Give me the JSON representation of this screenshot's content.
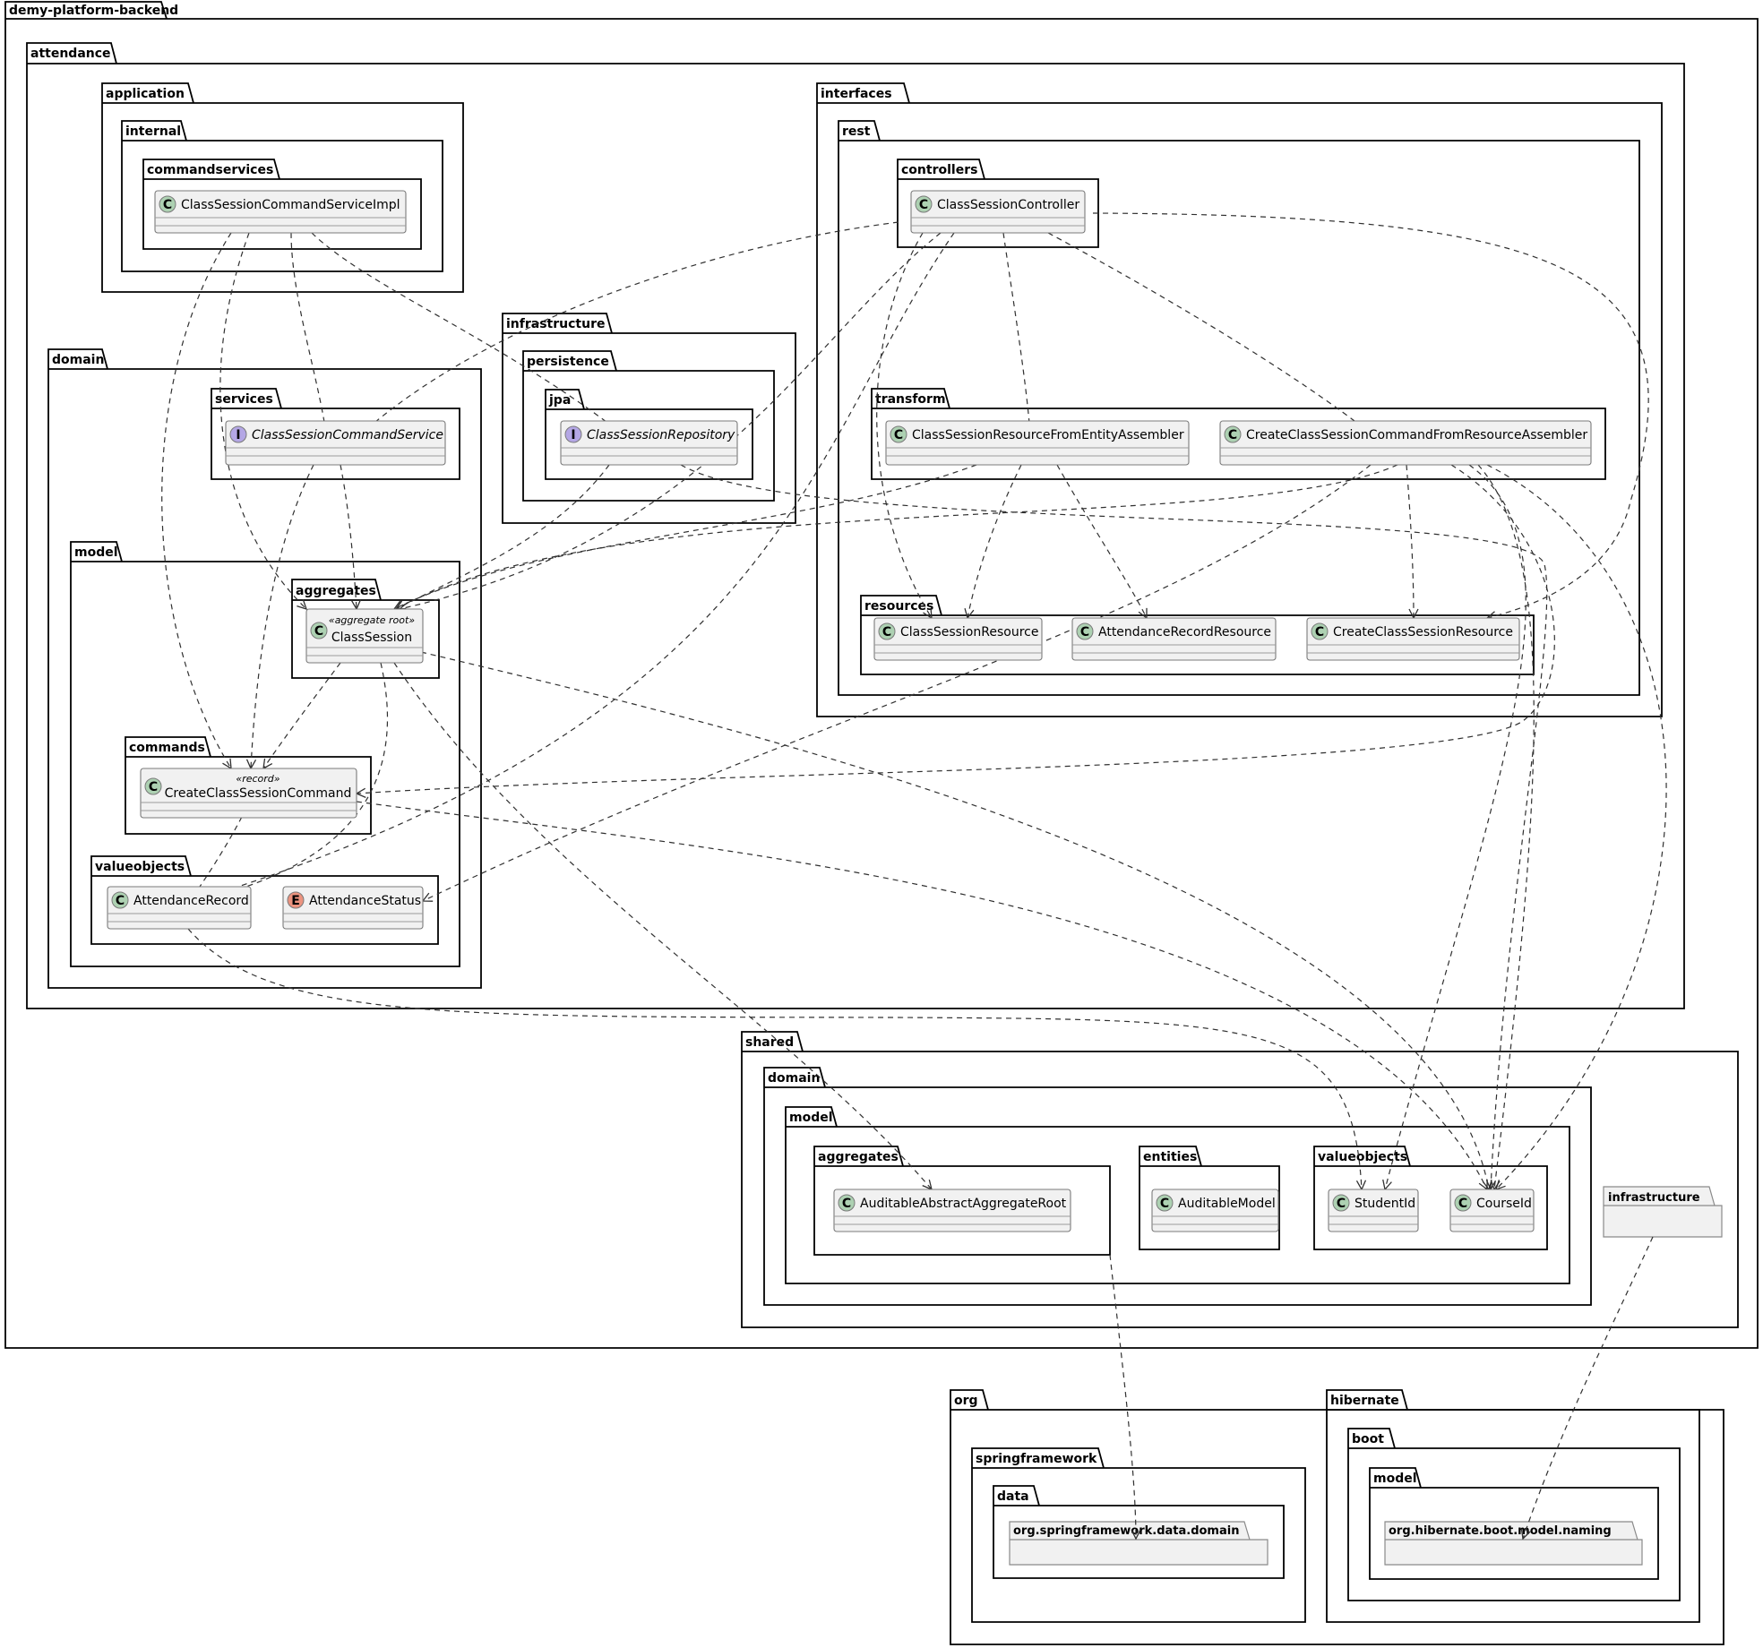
{
  "packages": {
    "root": "demy-platform-backend",
    "attendance": "attendance",
    "application": "application",
    "internal": "internal",
    "commandservices": "commandservices",
    "domain": "domain",
    "services": "services",
    "model": "model",
    "aggregates": "aggregates",
    "commands": "commands",
    "valueobjects": "valueobjects",
    "infrastructure": "infrastructure",
    "persistence": "persistence",
    "jpa": "jpa",
    "interfaces": "interfaces",
    "rest": "rest",
    "controllers": "controllers",
    "transform": "transform",
    "resources": "resources",
    "shared": "shared",
    "shared_domain": "domain",
    "shared_model": "model",
    "shared_aggregates": "aggregates",
    "shared_entities": "entities",
    "shared_valueobjects": "valueobjects",
    "shared_infrastructure": "infrastructure",
    "org": "org",
    "springframework": "springframework",
    "data": "data",
    "spring_data_domain": "org.springframework.data.domain",
    "hibernate": "hibernate",
    "boot": "boot",
    "hib_model": "model",
    "hibernate_naming": "org.hibernate.boot.model.naming"
  },
  "classes": {
    "ClassSessionCommandServiceImpl": {
      "name": "ClassSessionCommandServiceImpl",
      "kind": "C"
    },
    "ClassSessionCommandService": {
      "name": "ClassSessionCommandService",
      "kind": "I"
    },
    "ClassSession": {
      "name": "ClassSession",
      "kind": "C",
      "stereotype": "«aggregate root»"
    },
    "CreateClassSessionCommand": {
      "name": "CreateClassSessionCommand",
      "kind": "C",
      "stereotype": "«record»"
    },
    "AttendanceRecord": {
      "name": "AttendanceRecord",
      "kind": "C"
    },
    "AttendanceStatus": {
      "name": "AttendanceStatus",
      "kind": "E"
    },
    "ClassSessionRepository": {
      "name": "ClassSessionRepository",
      "kind": "I"
    },
    "ClassSessionController": {
      "name": "ClassSessionController",
      "kind": "C"
    },
    "ClassSessionResourceFromEntityAssembler": {
      "name": "ClassSessionResourceFromEntityAssembler",
      "kind": "C"
    },
    "CreateClassSessionCommandFromResourceAssembler": {
      "name": "CreateClassSessionCommandFromResourceAssembler",
      "kind": "C"
    },
    "ClassSessionResource": {
      "name": "ClassSessionResource",
      "kind": "C"
    },
    "AttendanceRecordResource": {
      "name": "AttendanceRecordResource",
      "kind": "C"
    },
    "CreateClassSessionResource": {
      "name": "CreateClassSessionResource",
      "kind": "C"
    },
    "AuditableAbstractAggregateRoot": {
      "name": "AuditableAbstractAggregateRoot",
      "kind": "C"
    },
    "AuditableModel": {
      "name": "AuditableModel",
      "kind": "C"
    },
    "StudentId": {
      "name": "StudentId",
      "kind": "C"
    },
    "CourseId": {
      "name": "CourseId",
      "kind": "C"
    }
  },
  "colors": {
    "class_glyph": "#add1b2",
    "interface_glyph": "#b4a7e5",
    "enum_glyph": "#eb937f",
    "box_fill": "#f1f1f1"
  }
}
